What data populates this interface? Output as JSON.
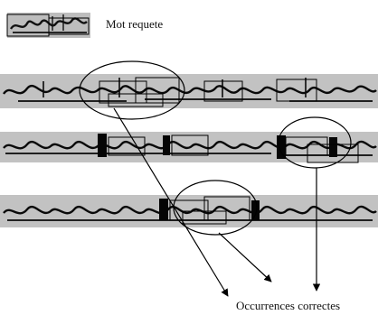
{
  "labels": {
    "query": "Mot requete",
    "occurrences": "Occurrences correctes"
  },
  "icons": {
    "script": "syriac-manuscript-line",
    "highlight": "ellipse-highlight",
    "pointer": "arrow-pointer"
  },
  "colors": {
    "background": "#ffffff",
    "band": "#bdbdbd",
    "ink": "#000000",
    "box": "#111111"
  }
}
